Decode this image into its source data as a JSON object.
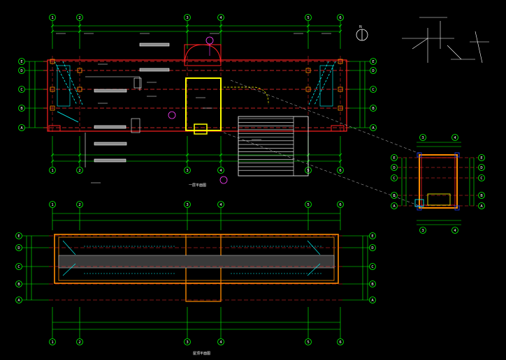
{
  "drawing": {
    "background": "#000000",
    "colors": {
      "grid_axis": "#00ff00",
      "wall": "#ff2020",
      "wall_orange": "#ff8c00",
      "dash_red": "#ff3030",
      "cyan": "#00ffff",
      "yellow": "#ffff00",
      "white": "#ffffff",
      "magenta": "#ff40ff",
      "green_text": "#00ff00",
      "blue": "#2040ff"
    },
    "top_plan": {
      "title": "一层平面图",
      "col_labels": [
        "1",
        "2",
        "3",
        "4",
        "5",
        "6"
      ],
      "row_labels": [
        "E",
        "D",
        "C",
        "B",
        "A"
      ]
    },
    "bottom_plan": {
      "title": "屋顶平面图",
      "col_labels": [
        "1",
        "2",
        "3",
        "4",
        "5",
        "6"
      ],
      "row_labels": [
        "E",
        "D",
        "C",
        "B",
        "A"
      ]
    },
    "detail": {
      "col_labels": [
        "3",
        "4"
      ],
      "row_labels": [
        "E",
        "D",
        "C",
        "B",
        "A"
      ]
    },
    "north_arrow": "N",
    "icons": [
      "north-arrow-icon",
      "axis-bubble-icon"
    ]
  }
}
